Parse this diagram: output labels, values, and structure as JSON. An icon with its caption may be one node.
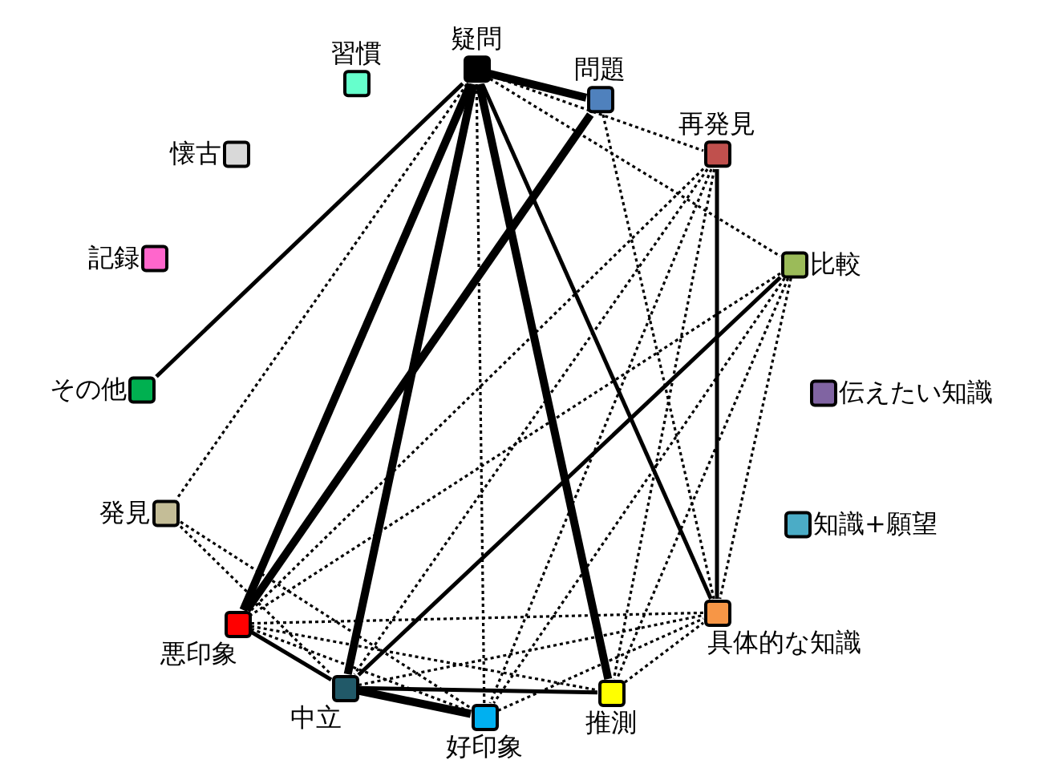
{
  "diagram": {
    "nodes": [
      {
        "text": [
          "疑問"
        ]
      },
      {
        "text": [
          "問題"
        ]
      },
      {
        "text": [
          "再発見"
        ]
      },
      {
        "text": [
          "比較"
        ]
      },
      {
        "text": [
          "伝えたい知識"
        ]
      },
      {
        "text": [
          "知識+願望"
        ]
      },
      {
        "text": [
          "具体的な知識"
        ]
      },
      {
        "text": [
          "推測"
        ]
      },
      {
        "text": [
          "好印象"
        ]
      },
      {
        "text": [
          "中立"
        ]
      },
      {
        "text": [
          "悪印象"
        ]
      },
      {
        "text": [
          "発見"
        ]
      },
      {
        "text": [
          "その他"
        ]
      },
      {
        "text": [
          "記録"
        ]
      },
      {
        "text": [
          "懐古"
        ]
      },
      {
        "text": [
          "習慣"
        ]
      }
    ],
    "edges": [
      {
        "from": 0,
        "to": 9,
        "arrow": "none",
        "style": "thick"
      },
      {
        "from": 0,
        "to": 7,
        "arrow": "none",
        "style": "thick"
      },
      {
        "from": 0,
        "to": 10,
        "arrow": "none",
        "style": "thick"
      },
      {
        "from": 1,
        "to": 10,
        "arrow": "none",
        "style": "thick"
      },
      {
        "from": 0,
        "to": 1,
        "arrow": "none",
        "style": "thick"
      },
      {
        "from": 9,
        "to": 8,
        "arrow": "none",
        "style": "thick"
      },
      {
        "from": 9,
        "to": 7,
        "arrow": "none"
      },
      {
        "from": 2,
        "to": 6,
        "arrow": "none"
      },
      {
        "from": 3,
        "to": 9,
        "arrow": "none"
      },
      {
        "from": 0,
        "to": 6,
        "arrow": "none"
      },
      {
        "from": 10,
        "to": 9,
        "arrow": "none"
      },
      {
        "from": 0,
        "to": 12,
        "arrow": "none"
      },
      {
        "from": 0,
        "to": 2,
        "arrow": "none",
        "style": "dashed"
      },
      {
        "from": 0,
        "to": 3,
        "arrow": "none",
        "style": "dashed"
      },
      {
        "from": 0,
        "to": 8,
        "arrow": "none",
        "style": "dashed"
      },
      {
        "from": 0,
        "to": 11,
        "arrow": "none",
        "style": "dashed"
      },
      {
        "from": 1,
        "to": 6,
        "arrow": "none",
        "style": "dashed"
      },
      {
        "from": 2,
        "to": 10,
        "arrow": "none",
        "style": "dashed"
      },
      {
        "from": 2,
        "to": 9,
        "arrow": "none",
        "style": "dashed"
      },
      {
        "from": 2,
        "to": 8,
        "arrow": "none",
        "style": "dashed"
      },
      {
        "from": 2,
        "to": 7,
        "arrow": "none",
        "style": "dashed"
      },
      {
        "from": 3,
        "to": 10,
        "arrow": "none",
        "style": "dashed"
      },
      {
        "from": 3,
        "to": 8,
        "arrow": "none",
        "style": "dashed"
      },
      {
        "from": 3,
        "to": 6,
        "arrow": "none",
        "style": "dashed"
      },
      {
        "from": 3,
        "to": 7,
        "arrow": "none",
        "style": "dashed"
      },
      {
        "from": 11,
        "to": 9,
        "arrow": "none",
        "style": "dashed"
      },
      {
        "from": 11,
        "to": 8,
        "arrow": "none",
        "style": "dashed"
      },
      {
        "from": 10,
        "to": 6,
        "arrow": "none",
        "style": "dashed"
      },
      {
        "from": 10,
        "to": 8,
        "arrow": "none",
        "style": "dashed"
      },
      {
        "from": 10,
        "to": 7,
        "arrow": "none",
        "style": "dashed"
      },
      {
        "from": 9,
        "to": 6,
        "arrow": "none",
        "style": "dashed"
      },
      {
        "from": 8,
        "to": 6,
        "arrow": "none",
        "style": "dashed"
      },
      {
        "from": 7,
        "to": 6,
        "arrow": "none",
        "style": "dashed"
      }
    ]
  }
}
